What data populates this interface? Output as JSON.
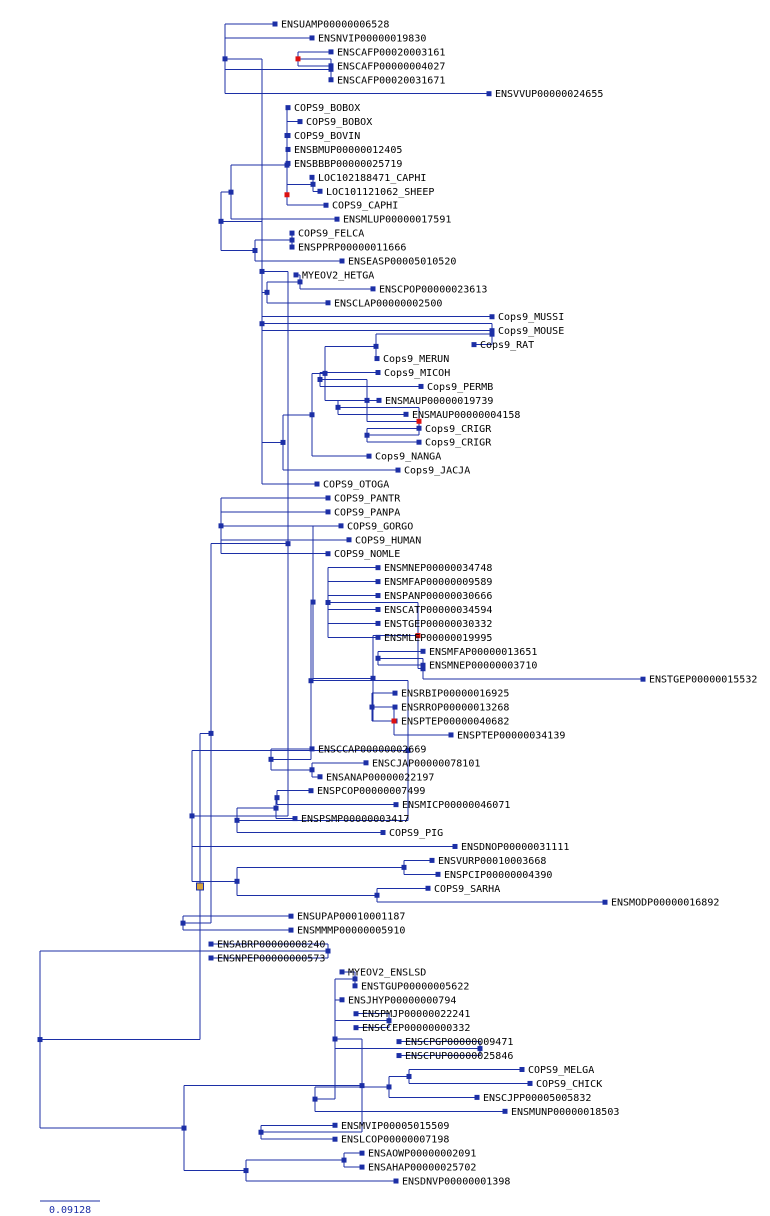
{
  "colors": {
    "branch": "#1c2fa6",
    "node": "#1c2fa6",
    "duplication_node": "#dd1111",
    "root_node_fill": "#d6a23a",
    "label": "#000000"
  },
  "scale_bar": {
    "label": "0.09128"
  },
  "tree": {
    "type": "root",
    "children": [
      {
        "children": [
          {
            "children": [
              {
                "children": [
                  {
                    "children": [
                      {
                        "leaf": "ENSUAMP00000006528"
                      },
                      {
                        "leaf": "ENSNVIP00000019830"
                      },
                      {
                        "children": [
                          {
                            "dup": true,
                            "children": [
                              {
                                "leaf": "ENSCAFP00020003161"
                              },
                              {
                                "leaf": "ENSCAFP00000004027"
                              }
                            ]
                          },
                          {
                            "leaf": "ENSCAFP00020031671"
                          }
                        ]
                      },
                      {
                        "leaf": "ENSVVUP00000024655"
                      }
                    ]
                  },
                  {
                    "children": [
                      {
                        "children": [
                          {
                            "children": [
                              {
                                "children": [
                                  {
                                    "leaf": "COPS9_BOBOX"
                                  },
                                  {
                                    "leaf": "COPS9_BOBOX"
                                  },
                                  {
                                    "leaf": "COPS9_BOVIN"
                                  },
                                  {
                                    "leaf": "ENSBMUP00000012405"
                                  },
                                  {
                                    "leaf": "ENSBBBP00000025719"
                                  }
                                ]
                              },
                              {
                                "dup": true,
                                "children": [
                                  {
                                    "children": [
                                      {
                                        "leaf": "LOC102188471_CAPHI"
                                      },
                                      {
                                        "leaf": "LOC101121062_SHEEP"
                                      }
                                    ]
                                  },
                                  {
                                    "leaf": "COPS9_CAPHI"
                                  }
                                ]
                              }
                            ]
                          },
                          {
                            "leaf": "ENSMLUP00000017591"
                          }
                        ]
                      },
                      {
                        "children": [
                          {
                            "children": [
                              {
                                "leaf": "COPS9_FELCA"
                              },
                              {
                                "leaf": "ENSPPRP00000011666"
                              }
                            ]
                          },
                          {
                            "leaf": "ENSEASP00005010520"
                          }
                        ]
                      }
                    ]
                  },
                  {
                    "children": [
                      {
                        "children": [
                          {
                            "leaf": "MYEOV2_HETGA"
                          },
                          {
                            "leaf": "ENSCPOP00000023613"
                          }
                        ]
                      },
                      {
                        "leaf": "ENSCLAP00000002500"
                      }
                    ]
                  },
                  {
                    "children": [
                      {
                        "children": [
                          {
                            "children": [
                              {
                                "children": [
                                  {
                                    "children": [
                                      {
                                        "children": [
                                          {
                                            "leaf": "Cops9_MUSSI"
                                          },
                                          {
                                            "leaf": "Cops9_MOUSE"
                                          }
                                        ]
                                      },
                                      {
                                        "leaf": "Cops9_RAT"
                                      }
                                    ]
                                  },
                                  {
                                    "leaf": "Cops9_MERUN"
                                  }
                                ]
                              },
                              {
                                "children": [
                                  {
                                    "children": [
                                      {
                                        "leaf": "Cops9_MICOH"
                                      },
                                      {
                                        "leaf": "Cops9_PERMB"
                                      }
                                    ]
                                  },
                                  {
                                    "dup": true,
                                    "children": [
                                      {
                                        "children": [
                                          {
                                            "leaf": "ENSMAUP00000019739"
                                          },
                                          {
                                            "leaf": "ENSMAUP00000004158"
                                          }
                                        ]
                                      },
                                      {
                                        "children": [
                                          {
                                            "leaf": "Cops9_CRIGR"
                                          },
                                          {
                                            "leaf": "Cops9_CRIGR"
                                          }
                                        ]
                                      }
                                    ]
                                  }
                                ]
                              }
                            ]
                          },
                          {
                            "leaf": "Cops9_NANGA"
                          }
                        ]
                      },
                      {
                        "leaf": "Cops9_JACJA"
                      }
                    ]
                  },
                  {
                    "leaf": "COPS9_OTOGA"
                  }
                ]
              },
              {
                "children": [
                  {
                    "children": [
                      {
                        "children": [
                          {
                            "children": [
                              {
                                "children": [
                                  {
                                    "leaf": "COPS9_PANTR"
                                  },
                                  {
                                    "leaf": "COPS9_PANPA"
                                  },
                                  {
                                    "leaf": "COPS9_GORGO"
                                  },
                                  {
                                    "leaf": "COPS9_HUMAN"
                                  },
                                  {
                                    "leaf": "COPS9_NOMLE"
                                  }
                                ]
                              },
                              {
                                "children": [
                                  {
                                    "dup": true,
                                    "children": [
                                      {
                                        "children": [
                                          {
                                            "leaf": "ENSMNEP00000034748"
                                          },
                                          {
                                            "leaf": "ENSMFAP00000009589"
                                          },
                                          {
                                            "leaf": "ENSPANP00000030666"
                                          },
                                          {
                                            "leaf": "ENSCATP00000034594"
                                          },
                                          {
                                            "leaf": "ENSTGEP00000030332"
                                          },
                                          {
                                            "leaf": "ENSMLEP00000019995"
                                          }
                                        ]
                                      },
                                      {
                                        "children": [
                                          {
                                            "children": [
                                              {
                                                "leaf": "ENSMFAP00000013651"
                                              },
                                              {
                                                "leaf": "ENSMNEP00000003710"
                                              }
                                            ]
                                          },
                                          {
                                            "leaf": "ENSTGEP00000015532"
                                          }
                                        ]
                                      }
                                    ]
                                  },
                                  {
                                    "dup": true,
                                    "children": [
                                      {
                                        "children": [
                                          {
                                            "leaf": "ENSRBIP00000016925"
                                          },
                                          {
                                            "leaf": "ENSRROP00000013268"
                                          },
                                          {
                                            "leaf": "ENSPTEP00000040682"
                                          }
                                        ]
                                      },
                                      {
                                        "leaf": "ENSPTEP00000034139"
                                      }
                                    ]
                                  }
                                ]
                              }
                            ]
                          },
                          {
                            "children": [
                              {
                                "leaf": "ENSCCAP00000002669"
                              },
                              {
                                "children": [
                                  {
                                    "leaf": "ENSCJAP00000078101"
                                  },
                                  {
                                    "leaf": "ENSANAP00000022197"
                                  }
                                ]
                              }
                            ]
                          }
                        ]
                      },
                      {
                        "children": [
                          {
                            "children": [
                              {
                                "children": [
                                  {
                                    "leaf": "ENSPCOP00000007499"
                                  },
                                  {
                                    "leaf": "ENSMICP00000046071"
                                  }
                                ]
                              },
                              {
                                "leaf": "ENSPSMP00000003417"
                              }
                            ]
                          },
                          {
                            "leaf": "COPS9_PIG"
                          }
                        ]
                      }
                    ]
                  },
                  {
                    "leaf": "ENSDNOP00000031111"
                  },
                  {
                    "children": [
                      {
                        "children": [
                          {
                            "leaf": "ENSVURP00010003668"
                          },
                          {
                            "leaf": "ENSPCIP00000004390"
                          }
                        ]
                      },
                      {
                        "children": [
                          {
                            "leaf": "COPS9_SARHA"
                          },
                          {
                            "leaf": "ENSMODP00000016892"
                          }
                        ]
                      }
                    ]
                  }
                ]
              }
            ]
          },
          {
            "children": [
              {
                "leaf": "ENSUPAP00010001187"
              },
              {
                "leaf": "ENSMMMP00000005910"
              }
            ]
          }
        ]
      },
      {
        "children": [
          {
            "children": [
              {
                "leaf": "ENSABRP00000008240"
              },
              {
                "leaf": "ENSNPEP00000000573"
              }
            ]
          },
          {
            "children": [
              {
                "children": [
                  {
                    "children": [
                      {
                        "children": [
                          {
                            "leaf": "MYEOV2_ENSLSD"
                          },
                          {
                            "leaf": "ENSTGUP00000005622"
                          }
                        ]
                      },
                      {
                        "leaf": "ENSJHYP00000000794"
                      },
                      {
                        "children": [
                          {
                            "leaf": "ENSPMJP00000022241"
                          },
                          {
                            "leaf": "ENSCCEP00000000332"
                          }
                        ]
                      },
                      {
                        "children": [
                          {
                            "leaf": "ENSCPGP00000009471"
                          },
                          {
                            "leaf": "ENSCPUP00000025846"
                          }
                        ]
                      },
                      {
                        "children": [
                          {
                            "children": [
                              {
                                "children": [
                                  {
                                    "leaf": "COPS9_MELGA"
                                  },
                                  {
                                    "leaf": "COPS9_CHICK"
                                  }
                                ]
                              },
                              {
                                "leaf": "ENSCJPP00005005832"
                              }
                            ]
                          },
                          {
                            "leaf": "ENSMUNP00000018503"
                          }
                        ]
                      }
                    ]
                  },
                  {
                    "children": [
                      {
                        "leaf": "ENSMVIP00005015509"
                      },
                      {
                        "leaf": "ENSLCOP00000007198"
                      }
                    ]
                  }
                ]
              },
              {
                "children": [
                  {
                    "children": [
                      {
                        "leaf": "ENSAOWP00000002091"
                      },
                      {
                        "leaf": "ENSAHAP00000025702"
                      }
                    ]
                  },
                  {
                    "leaf": "ENSDNVP00000001398"
                  }
                ]
              }
            ]
          }
        ]
      }
    ]
  }
}
